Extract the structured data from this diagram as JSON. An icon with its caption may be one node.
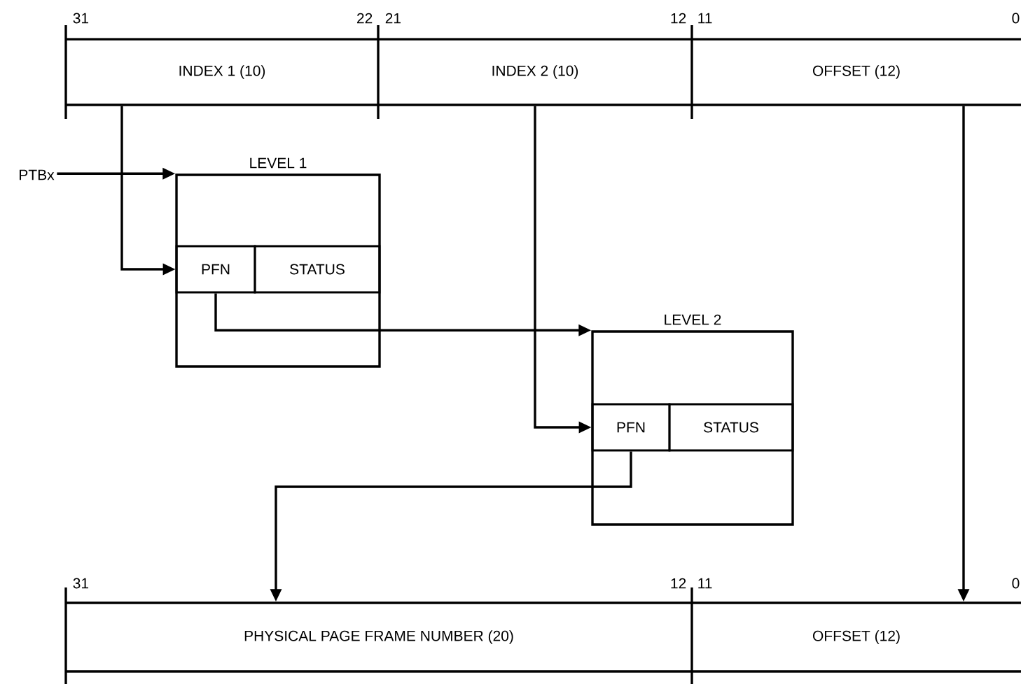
{
  "diagram": {
    "nodes": [
      {
        "text": [
          "INDEX 1 (10)"
        ]
      },
      {
        "text": [
          "INDEX 2 (10)"
        ]
      },
      {
        "text": [
          "OFFSET (12)"
        ]
      },
      {
        "text": [
          "PTBx"
        ]
      },
      {
        "text": [
          "LEVEL 1"
        ]
      },
      {
        "text": [
          "PFN"
        ],
        "in": 4
      },
      {
        "text": [
          "STATUS"
        ],
        "in": 4
      },
      {
        "text": [
          "LEVEL 2"
        ]
      },
      {
        "text": [
          "PFN"
        ],
        "in": 7
      },
      {
        "text": [
          "STATUS"
        ],
        "in": 7
      },
      {
        "text": [
          "PHYSICAL PAGE FRAME NUMBER (20)"
        ]
      },
      {
        "text": [
          "OFFSET (12)"
        ]
      }
    ],
    "edges": [
      {
        "from": 3,
        "to": 4,
        "arrow": "to"
      },
      {
        "from": 0,
        "to": 5,
        "arrow": "to"
      },
      {
        "from": 5,
        "to": 7,
        "arrow": "to"
      },
      {
        "from": 1,
        "to": 8,
        "arrow": "to"
      },
      {
        "from": 8,
        "to": 10,
        "arrow": "to"
      },
      {
        "from": 2,
        "to": 11,
        "arrow": "to"
      }
    ],
    "labels": [
      "31",
      "22",
      "21",
      "12",
      "11",
      "0",
      "31",
      "12",
      "11",
      "0"
    ]
  }
}
